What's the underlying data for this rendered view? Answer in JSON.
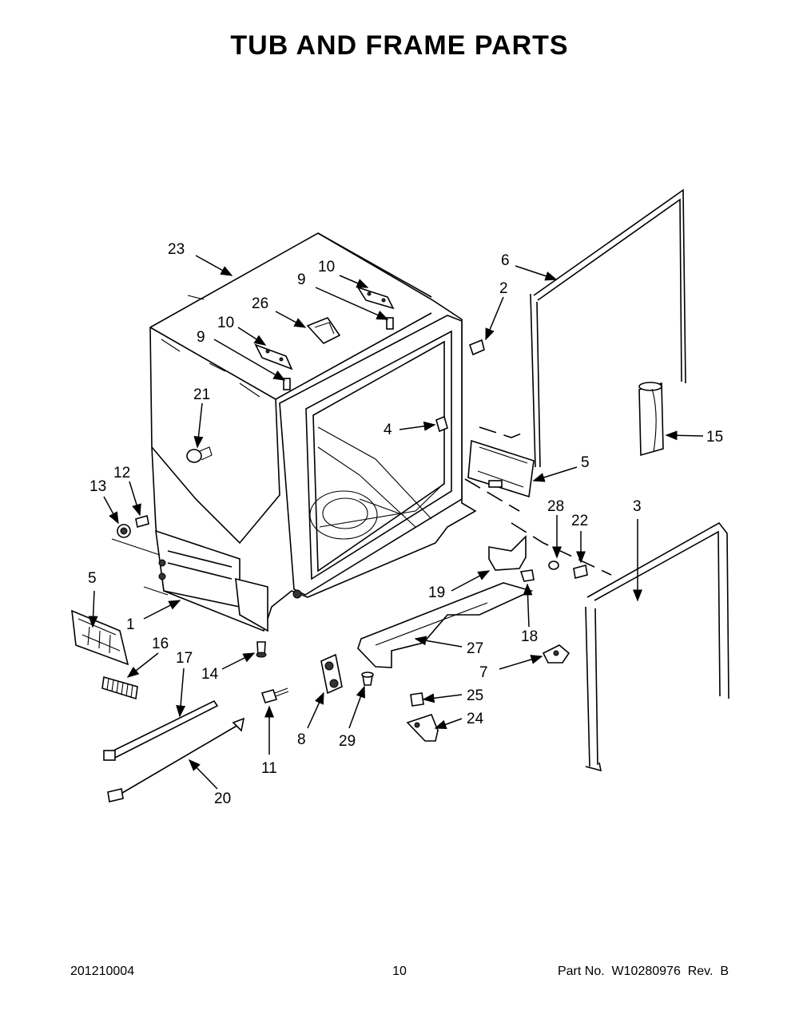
{
  "title": "TUB AND FRAME PARTS",
  "footer": {
    "left": "201210004",
    "center": "10",
    "right": "Part No.  W10280976  Rev.  B"
  },
  "callouts": [
    "23",
    "10",
    "9",
    "26",
    "10",
    "9",
    "21",
    "4",
    "6",
    "2",
    "15",
    "5",
    "13",
    "12",
    "5",
    "1",
    "16",
    "17",
    "14",
    "8",
    "11",
    "29",
    "20",
    "19",
    "18",
    "27",
    "28",
    "22",
    "3",
    "7",
    "25",
    "24"
  ]
}
